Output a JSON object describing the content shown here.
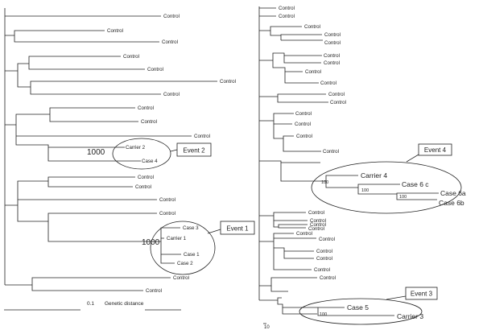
{
  "left_tree": {
    "leaves": [
      {
        "label": "Control"
      },
      {
        "label": "Control"
      },
      {
        "label": "Control"
      },
      {
        "label": "Control"
      },
      {
        "label": "Control"
      },
      {
        "label": "Control"
      },
      {
        "label": "Control"
      },
      {
        "label": "Control"
      },
      {
        "label": "Control"
      },
      {
        "label": "Control"
      },
      {
        "label": "Carrier 2"
      },
      {
        "label": "Case 4"
      },
      {
        "label": "Control"
      },
      {
        "label": "Control"
      },
      {
        "label": "Control"
      },
      {
        "label": "Control"
      },
      {
        "label": "Case 3"
      },
      {
        "label": "Carrier 1"
      },
      {
        "label": "Case 1"
      },
      {
        "label": "Case 2"
      },
      {
        "label": "Control"
      },
      {
        "label": "Control"
      }
    ],
    "bootstrap": [
      "1000",
      "1000"
    ],
    "events": [
      "Event 2",
      "Event 1"
    ],
    "scale": {
      "value": "0.1",
      "label": "Genetic distance"
    }
  },
  "right_tree": {
    "leaves": [
      {
        "label": "Control"
      },
      {
        "label": "Control"
      },
      {
        "label": "Control"
      },
      {
        "label": "Control"
      },
      {
        "label": "Control"
      },
      {
        "label": "Control"
      },
      {
        "label": "Control"
      },
      {
        "label": "Control"
      },
      {
        "label": "Control"
      },
      {
        "label": "Control"
      },
      {
        "label": "Control"
      },
      {
        "label": "Control"
      },
      {
        "label": "Control"
      },
      {
        "label": "Control"
      },
      {
        "label": "Control"
      },
      {
        "label": "Carrier 4"
      },
      {
        "label": "Case 6 c"
      },
      {
        "label": "Case 6a"
      },
      {
        "label": "Case 6b"
      },
      {
        "label": "Control"
      },
      {
        "label": "Control"
      },
      {
        "label": "Control"
      },
      {
        "label": "Control"
      },
      {
        "label": "Control"
      },
      {
        "label": "Control"
      },
      {
        "label": "Control"
      },
      {
        "label": "Control"
      },
      {
        "label": "Control"
      },
      {
        "label": "Control"
      },
      {
        "label": "Case 5"
      },
      {
        "label": "Carrier 3"
      }
    ],
    "bootstrap": [
      "100",
      "100",
      "100",
      "100"
    ],
    "events": [
      "Event 4",
      "Event 3"
    ],
    "scale": {
      "value": "10"
    }
  }
}
